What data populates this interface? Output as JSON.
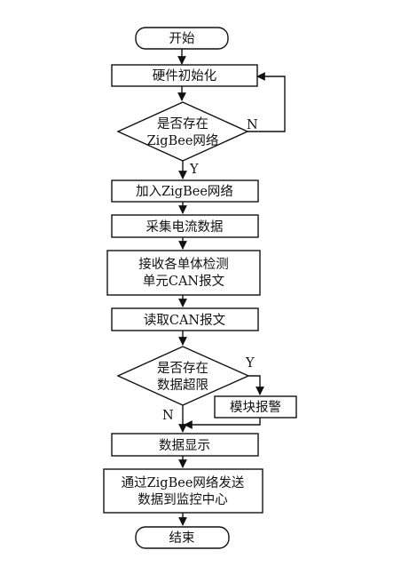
{
  "flowchart": {
    "start": "开始",
    "hw_init": "硬件初始化",
    "decision_network": [
      "是否存在",
      "ZigBee网络"
    ],
    "join_network": "加入ZigBee网络",
    "collect_current": "采集电流数据",
    "receive_can": [
      "接收各单体检测",
      "单元CAN报文"
    ],
    "read_can": "读取CAN报文",
    "decision_limit": [
      "是否存在",
      "数据超限"
    ],
    "module_alarm": "模块报警",
    "display": "数据显示",
    "send_data": [
      "通过ZigBee网络发送",
      "数据到监控中心"
    ],
    "end": "结束",
    "labels": {
      "network_no": "N",
      "network_yes": "Y",
      "limit_yes": "Y",
      "limit_no": "N"
    }
  }
}
